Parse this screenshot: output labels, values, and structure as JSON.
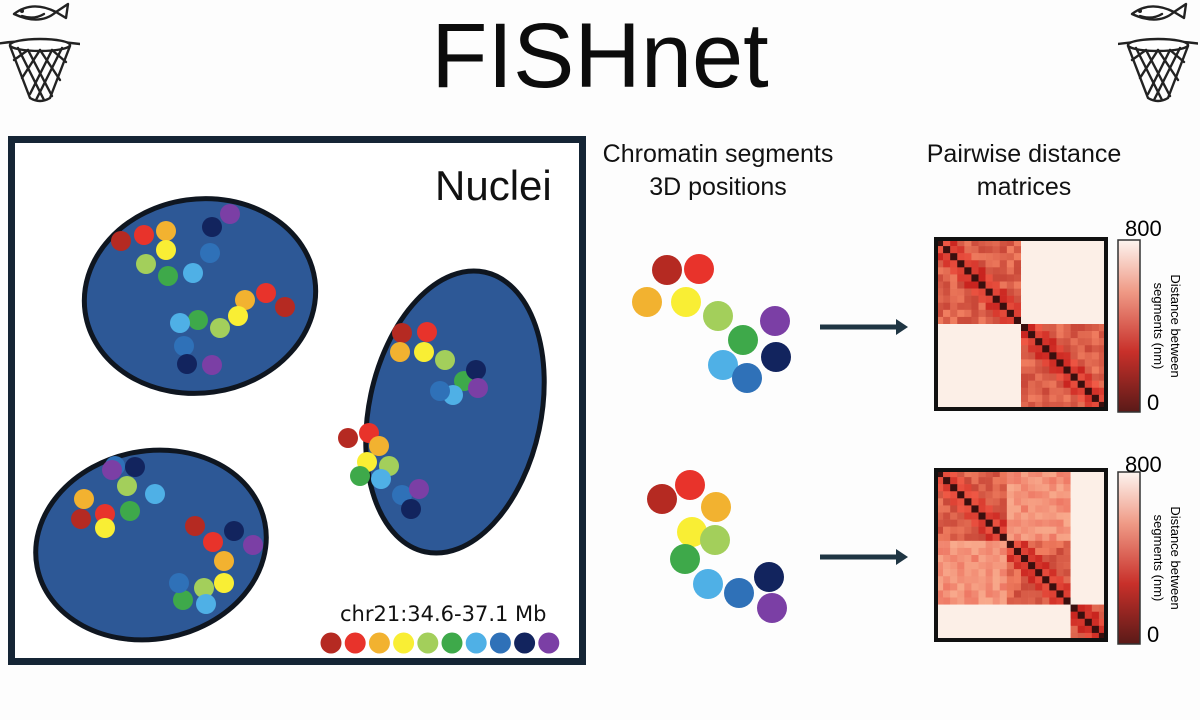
{
  "title": "FISHnet",
  "nuclei": {
    "label": "Nuclei",
    "legend_title": "chr21:34.6-37.1 Mb"
  },
  "segments": {
    "header_line1": "Chromatin segments",
    "header_line2": "3D positions"
  },
  "matrices": {
    "header_line1": "Pairwise distance",
    "header_line2": "matrices",
    "colorbar": {
      "max_label": "800",
      "min_label": "0",
      "axis_label_line1": "Distance between",
      "axis_label_line2": "segments (nm)"
    },
    "top_blocks": [
      0.5,
      0.5
    ],
    "bottom_blocks": [
      0.4,
      0.4,
      0.2
    ]
  },
  "colors": {
    "segment_palette": [
      "#b52a22",
      "#e8332b",
      "#f2b230",
      "#f9ee34",
      "#a3cf5b",
      "#3ea94a",
      "#4fb0e6",
      "#2f71b8",
      "#12245e",
      "#7b3fa5"
    ],
    "nucleus_fill": "#2d5896",
    "panel_border": "#152535",
    "arrow": "#1f3543"
  },
  "icons": [
    "fish-net-icon"
  ]
}
